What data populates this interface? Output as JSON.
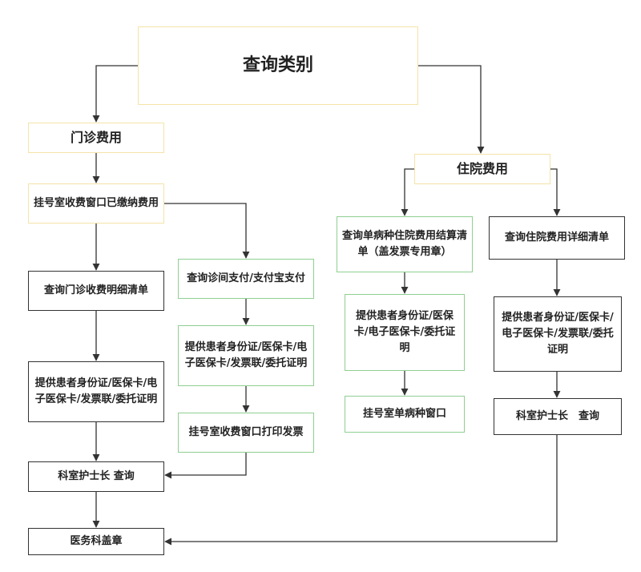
{
  "colors": {
    "yellow_border": "#f5e3a8",
    "green_border": "#8fcf91",
    "black_border": "#333333",
    "arrow": "#333333",
    "text": "#222222"
  },
  "nodes": {
    "title": "查询类别",
    "outpatient": "门诊费用",
    "inpatient": "住院费用",
    "op_payment": "挂号室收费窗口已缴纳费用",
    "op_query_detail": "查询门诊收费明细清单",
    "op_provide_id": "提供患者身份证/医保卡/电子医保卡/发票联/委托证明",
    "op_nurse_query": "科室护士长 查询",
    "op_seal": "医务科盖章",
    "op_online_pay": "查询诊间支付/支付宝支付",
    "op_provide_id_2": "提供患者身份证/医保卡/电子医保卡/发票联/委托证明",
    "op_print_invoice": "挂号室收费窗口打印发票",
    "ip_single_disease": "查询单病种住院费用结算清单（盖发票专用章）",
    "ip_provide_id": "提供患者身份证/医保卡/电子医保卡/委托证明",
    "ip_single_window": "挂号室单病种窗口",
    "ip_detail": "查询住院费用详细清单",
    "ip_provide_id_2": "提供患者身份证/医保卡/电子医保卡/发票联/委托证明",
    "ip_nurse_query": "科室护士长　查询"
  }
}
